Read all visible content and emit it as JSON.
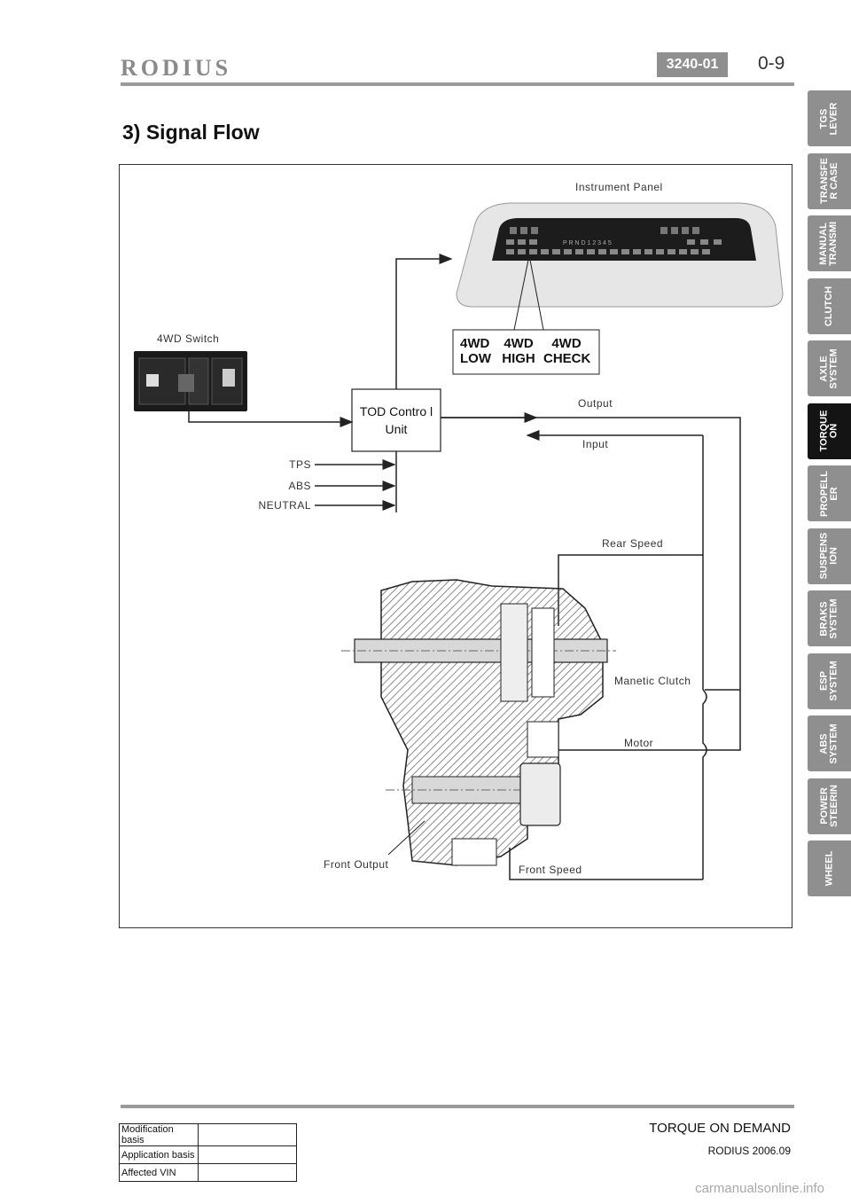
{
  "header": {
    "brand": "RODIUS",
    "section_code": "3240-01",
    "page_number": "0-9"
  },
  "title": "3) Signal Flow",
  "diagram": {
    "instrument_panel": "Instrument Panel",
    "indicators": [
      {
        "top": "4WD",
        "bottom": "LOW"
      },
      {
        "top": "4WD",
        "bottom": "HIGH"
      },
      {
        "top": "4WD",
        "bottom": "CHECK"
      }
    ],
    "switch_label": "4WD  Switch",
    "tcu_line1": "TOD  Contro l",
    "tcu_line2": "Unit",
    "output": "Output",
    "input": "Input",
    "signals": [
      "TPS",
      "ABS",
      "NEUTRAL"
    ],
    "rear_speed": "Rear Speed",
    "magnetic_clutch": "Manetic Clutch",
    "motor": "Motor",
    "front_output": "Front  Output",
    "front_speed": "Front Speed"
  },
  "side_tabs": [
    {
      "label": "TGS\nLEVER",
      "active": false
    },
    {
      "label": "TRANSFE\nR CASE",
      "active": false
    },
    {
      "label": "MANUAL\nTRANSMI",
      "active": false
    },
    {
      "label": "CLUTCH",
      "active": false
    },
    {
      "label": "AXLE\nSYSTEM",
      "active": false
    },
    {
      "label": "TORQUE\nON",
      "active": true
    },
    {
      "label": "PROPELL\nER",
      "active": false
    },
    {
      "label": "SUSPENS\nION",
      "active": false
    },
    {
      "label": "BRAKS\nSYSTEM",
      "active": false
    },
    {
      "label": "ESP\nSYSTEM",
      "active": false
    },
    {
      "label": "ABS\nSYSTEM",
      "active": false
    },
    {
      "label": "POWER\nSTEERIN",
      "active": false
    },
    {
      "label": "WHEEL",
      "active": false
    }
  ],
  "footer": {
    "section_name": "TORQUE ON DEMAND",
    "edition": "RODIUS 2006.09",
    "table": [
      {
        "key": "Modification basis",
        "value": ""
      },
      {
        "key": "Application basis",
        "value": ""
      },
      {
        "key": "Affected VIN",
        "value": ""
      }
    ]
  },
  "watermark": "carmanualsonline.info"
}
